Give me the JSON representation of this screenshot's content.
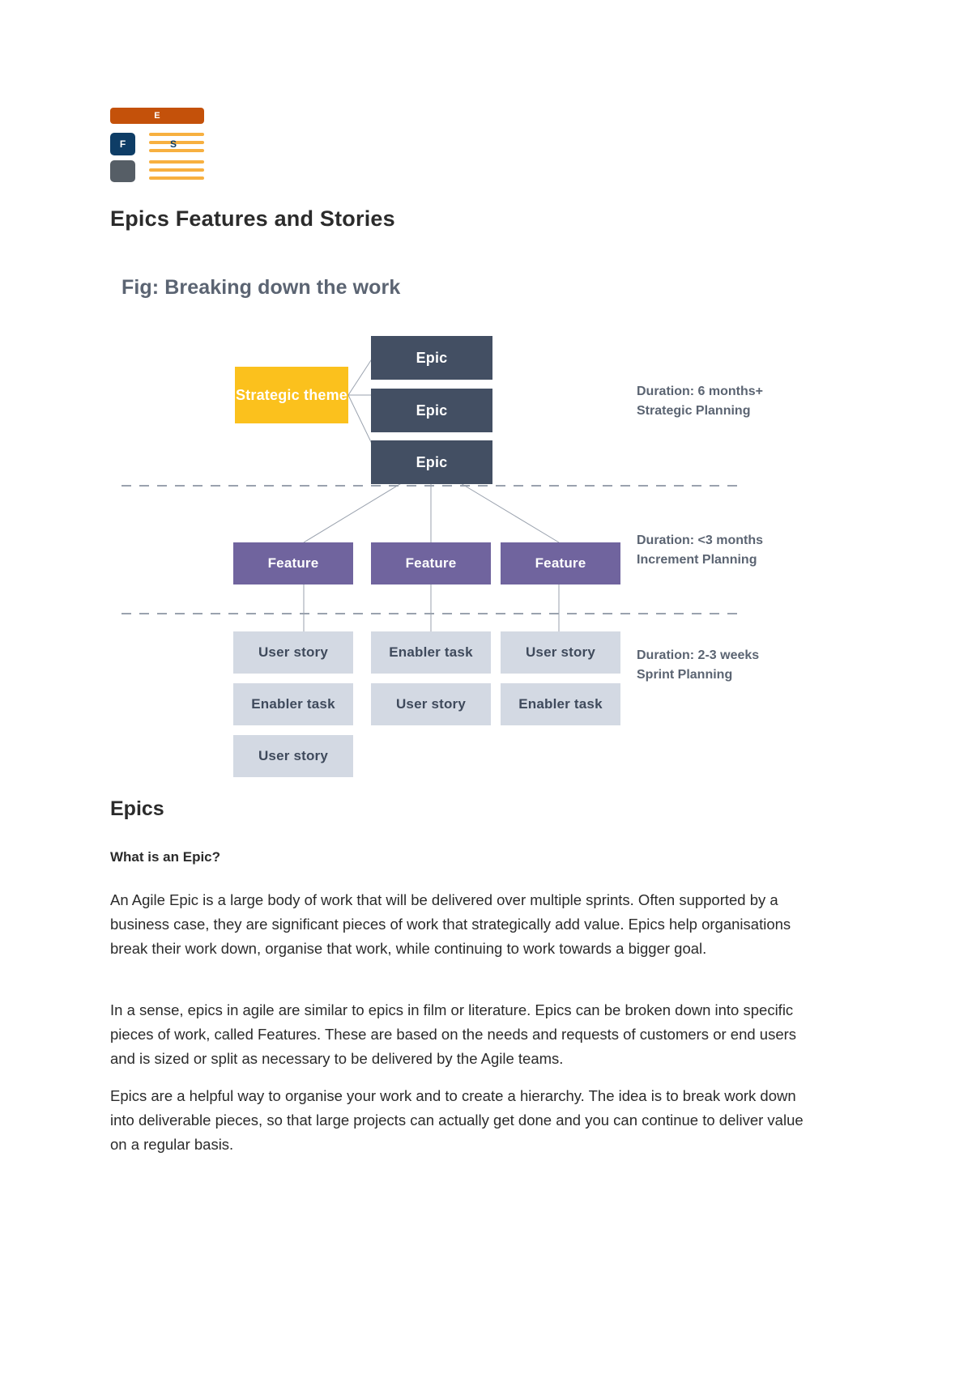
{
  "logo": {
    "epic_letter": "E",
    "feature_letter": "F",
    "story_letter": "S"
  },
  "document": {
    "title": "Epics Features and Stories",
    "figure_caption": "Fig: Breaking down the work",
    "section_heading": "Epics",
    "subheading": "What is an Epic?",
    "paragraphs": [
      "An Agile Epic is a large body of work that will be delivered over multiple sprints. Often supported by a business case, they are significant pieces of work that strategically add value. Epics help organisations break their work down, organise that work, while continuing to work towards a bigger goal.",
      "In a sense, epics in agile are similar to epics in film or literature. Epics can be broken down into specific pieces of work, called Features. These are based on the needs and requests of customers or end users and is sized or split as necessary to be delivered by the Agile teams.",
      "Epics are a helpful way to organise your work and to create a hierarchy. The idea is to break work down into deliverable pieces, so that large projects can actually get done and you can continue to deliver value on a regular basis."
    ]
  },
  "diagram": {
    "theme_label": "Strategic\ntheme",
    "epics": [
      "Epic",
      "Epic",
      "Epic"
    ],
    "features": [
      "Feature",
      "Feature",
      "Feature"
    ],
    "story_columns": [
      [
        "User story",
        "Enabler task",
        "User story"
      ],
      [
        "Enabler task",
        "User story"
      ],
      [
        "User story",
        "Enabler task"
      ]
    ],
    "durations": [
      "Duration: 6 months+\nStrategic Planning",
      "Duration: <3 months\nIncrement Planning",
      "Duration: 2-3 weeks\nSprint Planning"
    ],
    "colors": {
      "theme": "#fbc11d",
      "epic": "#434f63",
      "feature": "#70649e",
      "story": "#d3d9e3",
      "divider": "#9aa2ae"
    }
  }
}
